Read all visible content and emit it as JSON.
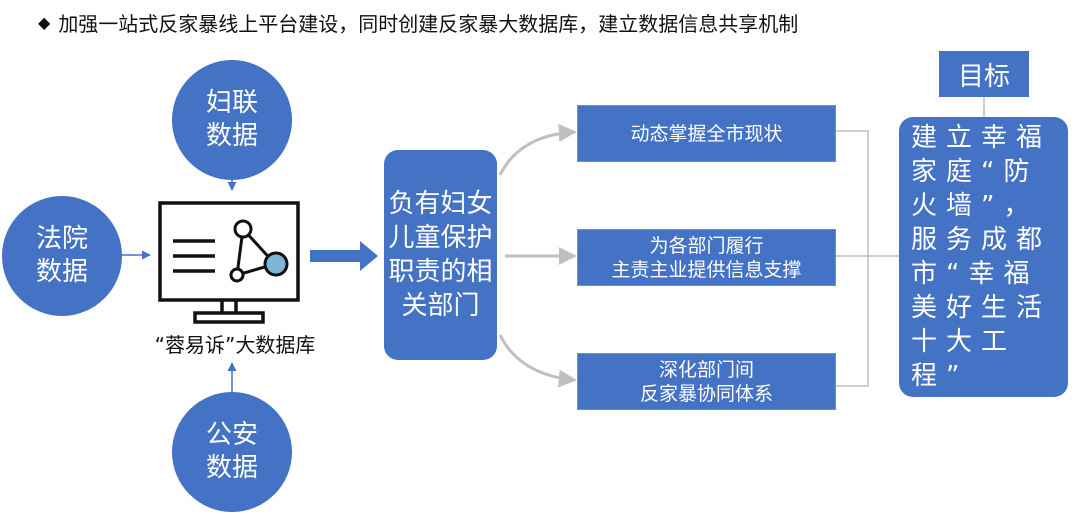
{
  "header": {
    "bullet": "◆",
    "text": "加强一站式反家暴线上平台建设，同时创建反家暴大数据库，建立数据信息共享机制"
  },
  "sources": {
    "women_federation": "妇联\n数据",
    "court": "法院\n数据",
    "police": "公安\n数据"
  },
  "database": {
    "caption": "“蓉易诉”大数据库",
    "icon": "monitor-network-icon"
  },
  "departments": "负有妇女儿童保护职责的相关部门",
  "actions": [
    "动态掌握全市现状",
    "为各部门履行\n主责主业提供信息支撑",
    "深化部门间\n反家暴协同体系"
  ],
  "goal": {
    "label": "目标",
    "text": "建立幸福家庭“防火墙”，服务成都市“幸福美好生活十大工程”"
  },
  "colors": {
    "box_blue": "#4472c4",
    "connector_gray": "#bfbfbf",
    "arrow_blue": "#4472c4"
  }
}
